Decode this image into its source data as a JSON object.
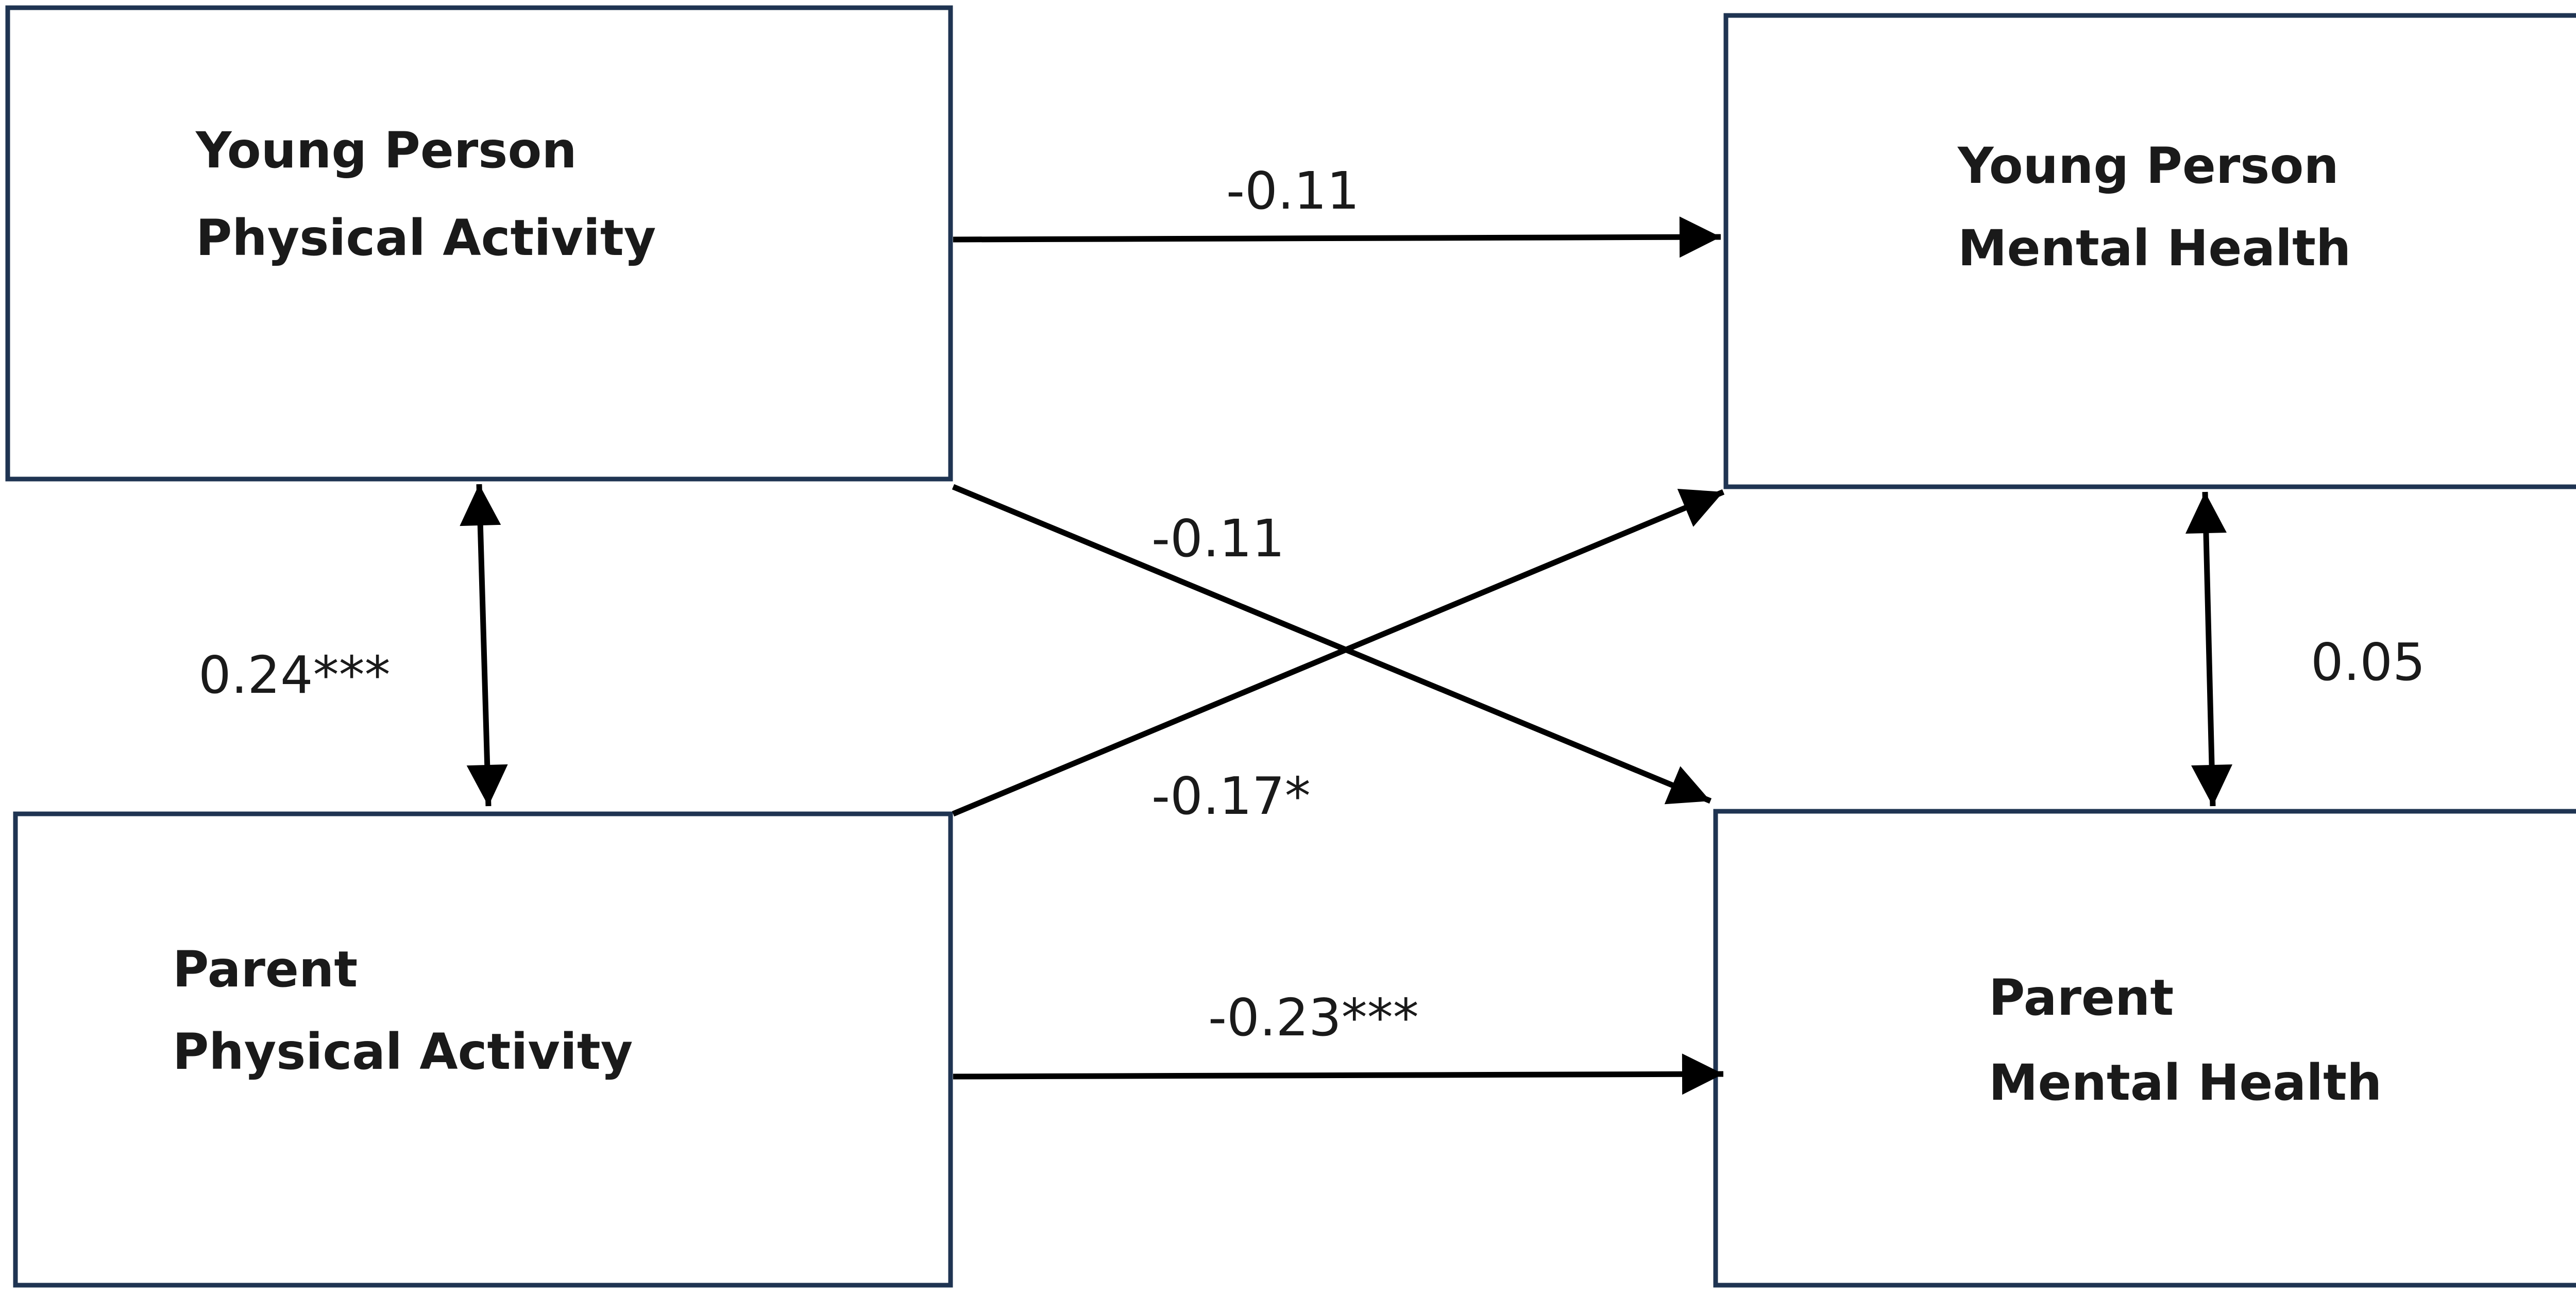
{
  "nodes": {
    "yp_pa": {
      "line1": "Young Person",
      "line2": "Physical Activity"
    },
    "yp_mh": {
      "line1": "Young Person",
      "line2": "Mental Health"
    },
    "parent_pa": {
      "line1": "Parent",
      "line2": "Physical Activity"
    },
    "parent_mh": {
      "line1": "Parent",
      "line2": "Mental Health"
    }
  },
  "edges": {
    "yp_pa_to_yp_mh": {
      "label": "-0.11"
    },
    "yp_pa_to_parent_mh": {
      "label": "-0.11"
    },
    "parent_pa_to_yp_mh": {
      "label": "-0.17*"
    },
    "parent_pa_to_parent_mh": {
      "label": "-0.23***"
    },
    "pa_covariance": {
      "label": "0.24***"
    },
    "mh_covariance": {
      "label": "0.05"
    }
  },
  "colors": {
    "box_border": "#1f3452",
    "arrow": "#000000",
    "text": "#1a1a1a"
  }
}
